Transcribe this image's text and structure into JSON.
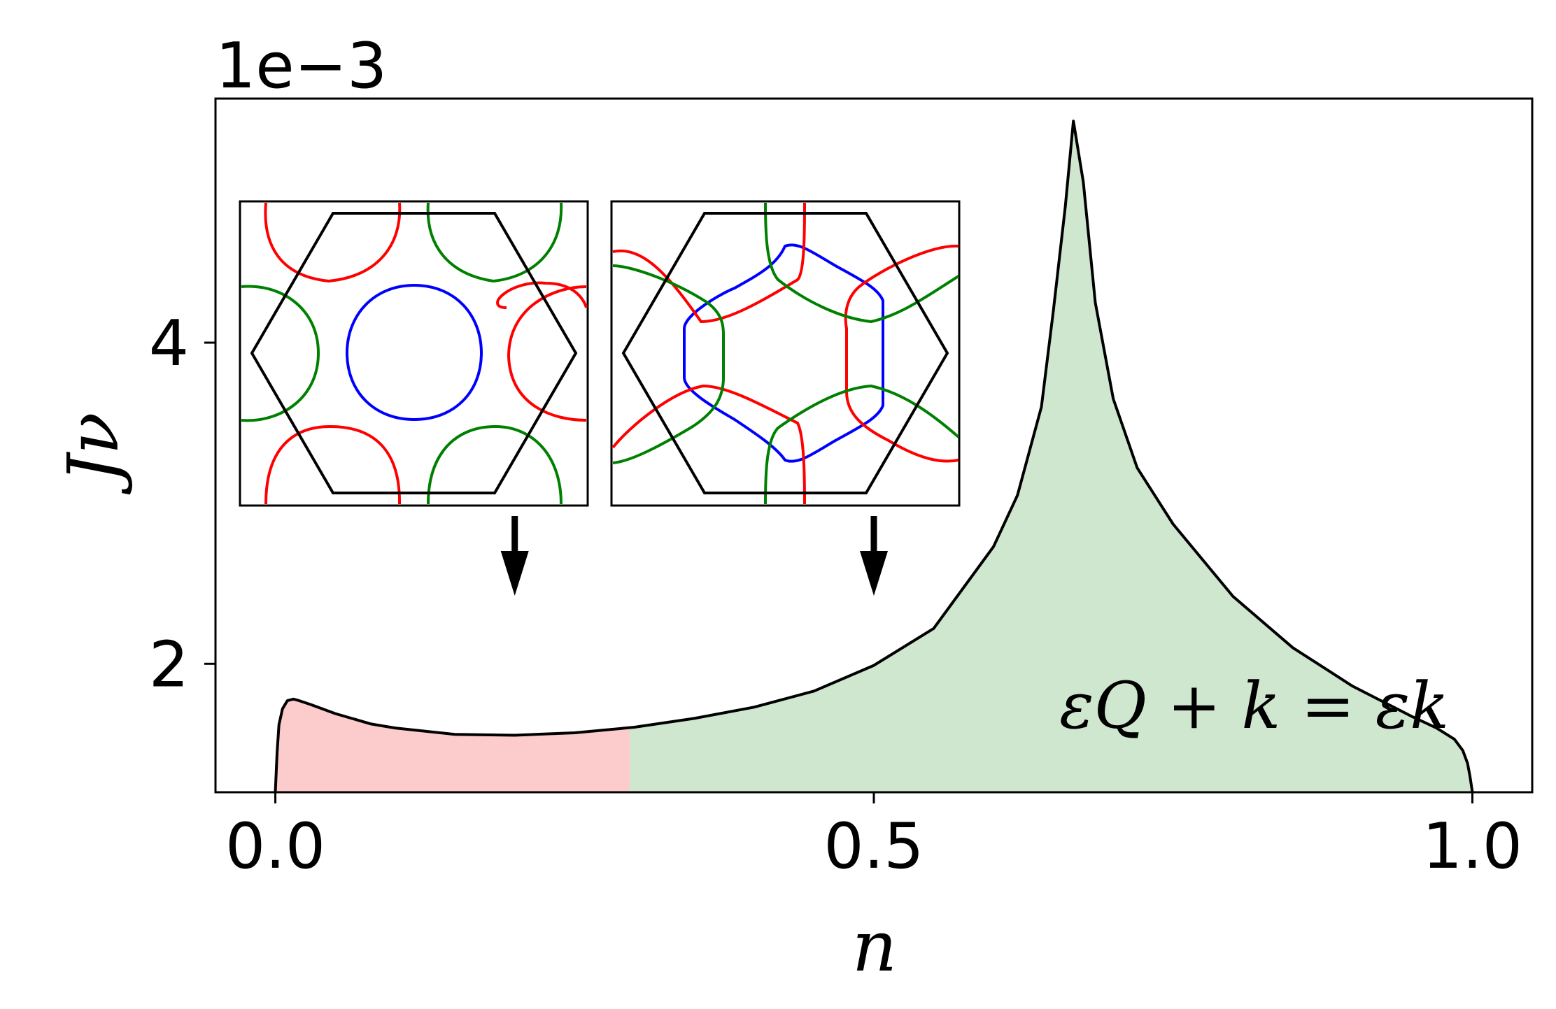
{
  "chart_data": {
    "type": "area",
    "offset_label": "1e−3",
    "xlabel": "n",
    "ylabel": "Jν",
    "xlim": [
      -0.05,
      1.05
    ],
    "ylim": [
      1.2,
      5.52
    ],
    "x_ticks": [
      {
        "value": 0.0,
        "label": "0.0"
      },
      {
        "value": 0.5,
        "label": "0.5"
      },
      {
        "value": 1.0,
        "label": "1.0"
      }
    ],
    "y_ticks": [
      {
        "value": 2,
        "label": "2"
      },
      {
        "value": 4,
        "label": "4"
      }
    ],
    "grid": false,
    "series": [
      {
        "color": "#000000",
        "x": [
          0.0,
          0.0015,
          0.003,
          0.006,
          0.01,
          0.015,
          0.02,
          0.03,
          0.05,
          0.08,
          0.1,
          0.15,
          0.2,
          0.25,
          0.3,
          0.35,
          0.4,
          0.45,
          0.5,
          0.55,
          0.6,
          0.62,
          0.64,
          0.65,
          0.66,
          0.6667,
          0.675,
          0.685,
          0.7,
          0.72,
          0.75,
          0.8,
          0.85,
          0.9,
          0.95,
          0.97,
          0.985,
          0.992,
          0.996,
          0.998,
          1.0
        ],
        "y": [
          1.2,
          1.45,
          1.62,
          1.72,
          1.77,
          1.78,
          1.77,
          1.745,
          1.69,
          1.625,
          1.6,
          1.56,
          1.555,
          1.57,
          1.605,
          1.66,
          1.73,
          1.83,
          1.99,
          2.22,
          2.73,
          3.05,
          3.6,
          4.2,
          4.85,
          5.38,
          5.0,
          4.25,
          3.65,
          3.22,
          2.87,
          2.42,
          2.1,
          1.86,
          1.67,
          1.6,
          1.53,
          1.46,
          1.38,
          1.3,
          1.2
        ]
      }
    ],
    "shaded_regions": [
      {
        "x_start": 0.0,
        "x_end": 0.296,
        "color": "#fccccc"
      },
      {
        "x_start": 0.296,
        "x_end": 1.0,
        "color": "#cfe6cf"
      }
    ],
    "annotations": [
      {
        "text": "εQ + k = εk",
        "x": 0.655,
        "y": 1.6
      }
    ],
    "insets": [
      {
        "arrow_x": 0.2,
        "contours": [
          {
            "color": "#0000ff"
          },
          {
            "color": "#ff0000"
          },
          {
            "color": "#008000"
          }
        ]
      },
      {
        "arrow_x": 0.5,
        "contours": [
          {
            "color": "#0000ff"
          },
          {
            "color": "#ff0000"
          },
          {
            "color": "#008000"
          }
        ]
      }
    ]
  }
}
